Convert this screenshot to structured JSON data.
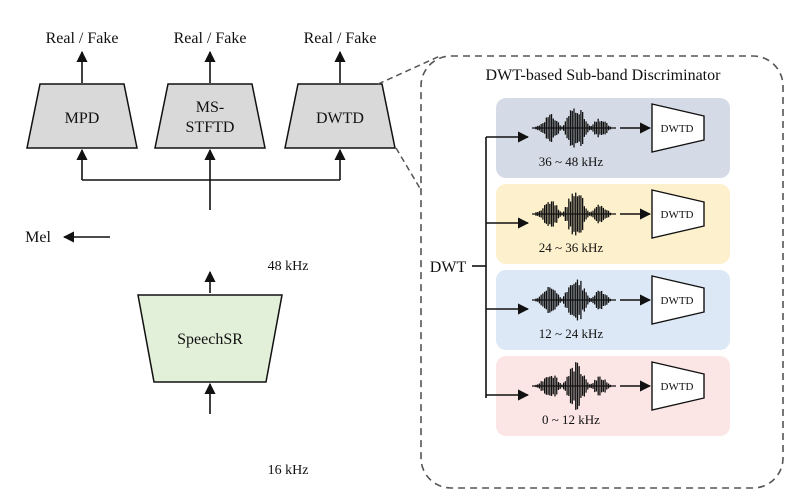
{
  "left": {
    "outputs": [
      "Real / Fake",
      "Real / Fake",
      "Real / Fake"
    ],
    "discriminators": {
      "mpd": "MPD",
      "msstftd_line1": "MS-",
      "msstftd_line2": "STFTD",
      "dwtd": "DWTD"
    },
    "mel_label": "Mel",
    "rate_high": "48 kHz",
    "generator": "SpeechSR",
    "rate_low": "16 kHz"
  },
  "panel": {
    "title": "DWT-based Sub-band Discriminator",
    "dwt_label": "DWT",
    "bands": [
      {
        "range": "36 ~ 48 kHz",
        "disc": "DWTD",
        "color": "#d5dbe6"
      },
      {
        "range": "24 ~ 36 kHz",
        "disc": "DWTD",
        "color": "#fdf0cc"
      },
      {
        "range": "12 ~ 24 kHz",
        "disc": "DWTD",
        "color": "#dce8f5"
      },
      {
        "range": "0 ~ 12 kHz",
        "disc": "DWTD",
        "color": "#fbe5e5"
      }
    ]
  },
  "colors": {
    "disc_fill": "#d9d9d9",
    "generator_fill": "#e2efd9",
    "wave_high": [
      "#3a5a60",
      "#8a3a6a"
    ],
    "wave_low": [
      "#2f5560",
      "#7a3560"
    ]
  }
}
